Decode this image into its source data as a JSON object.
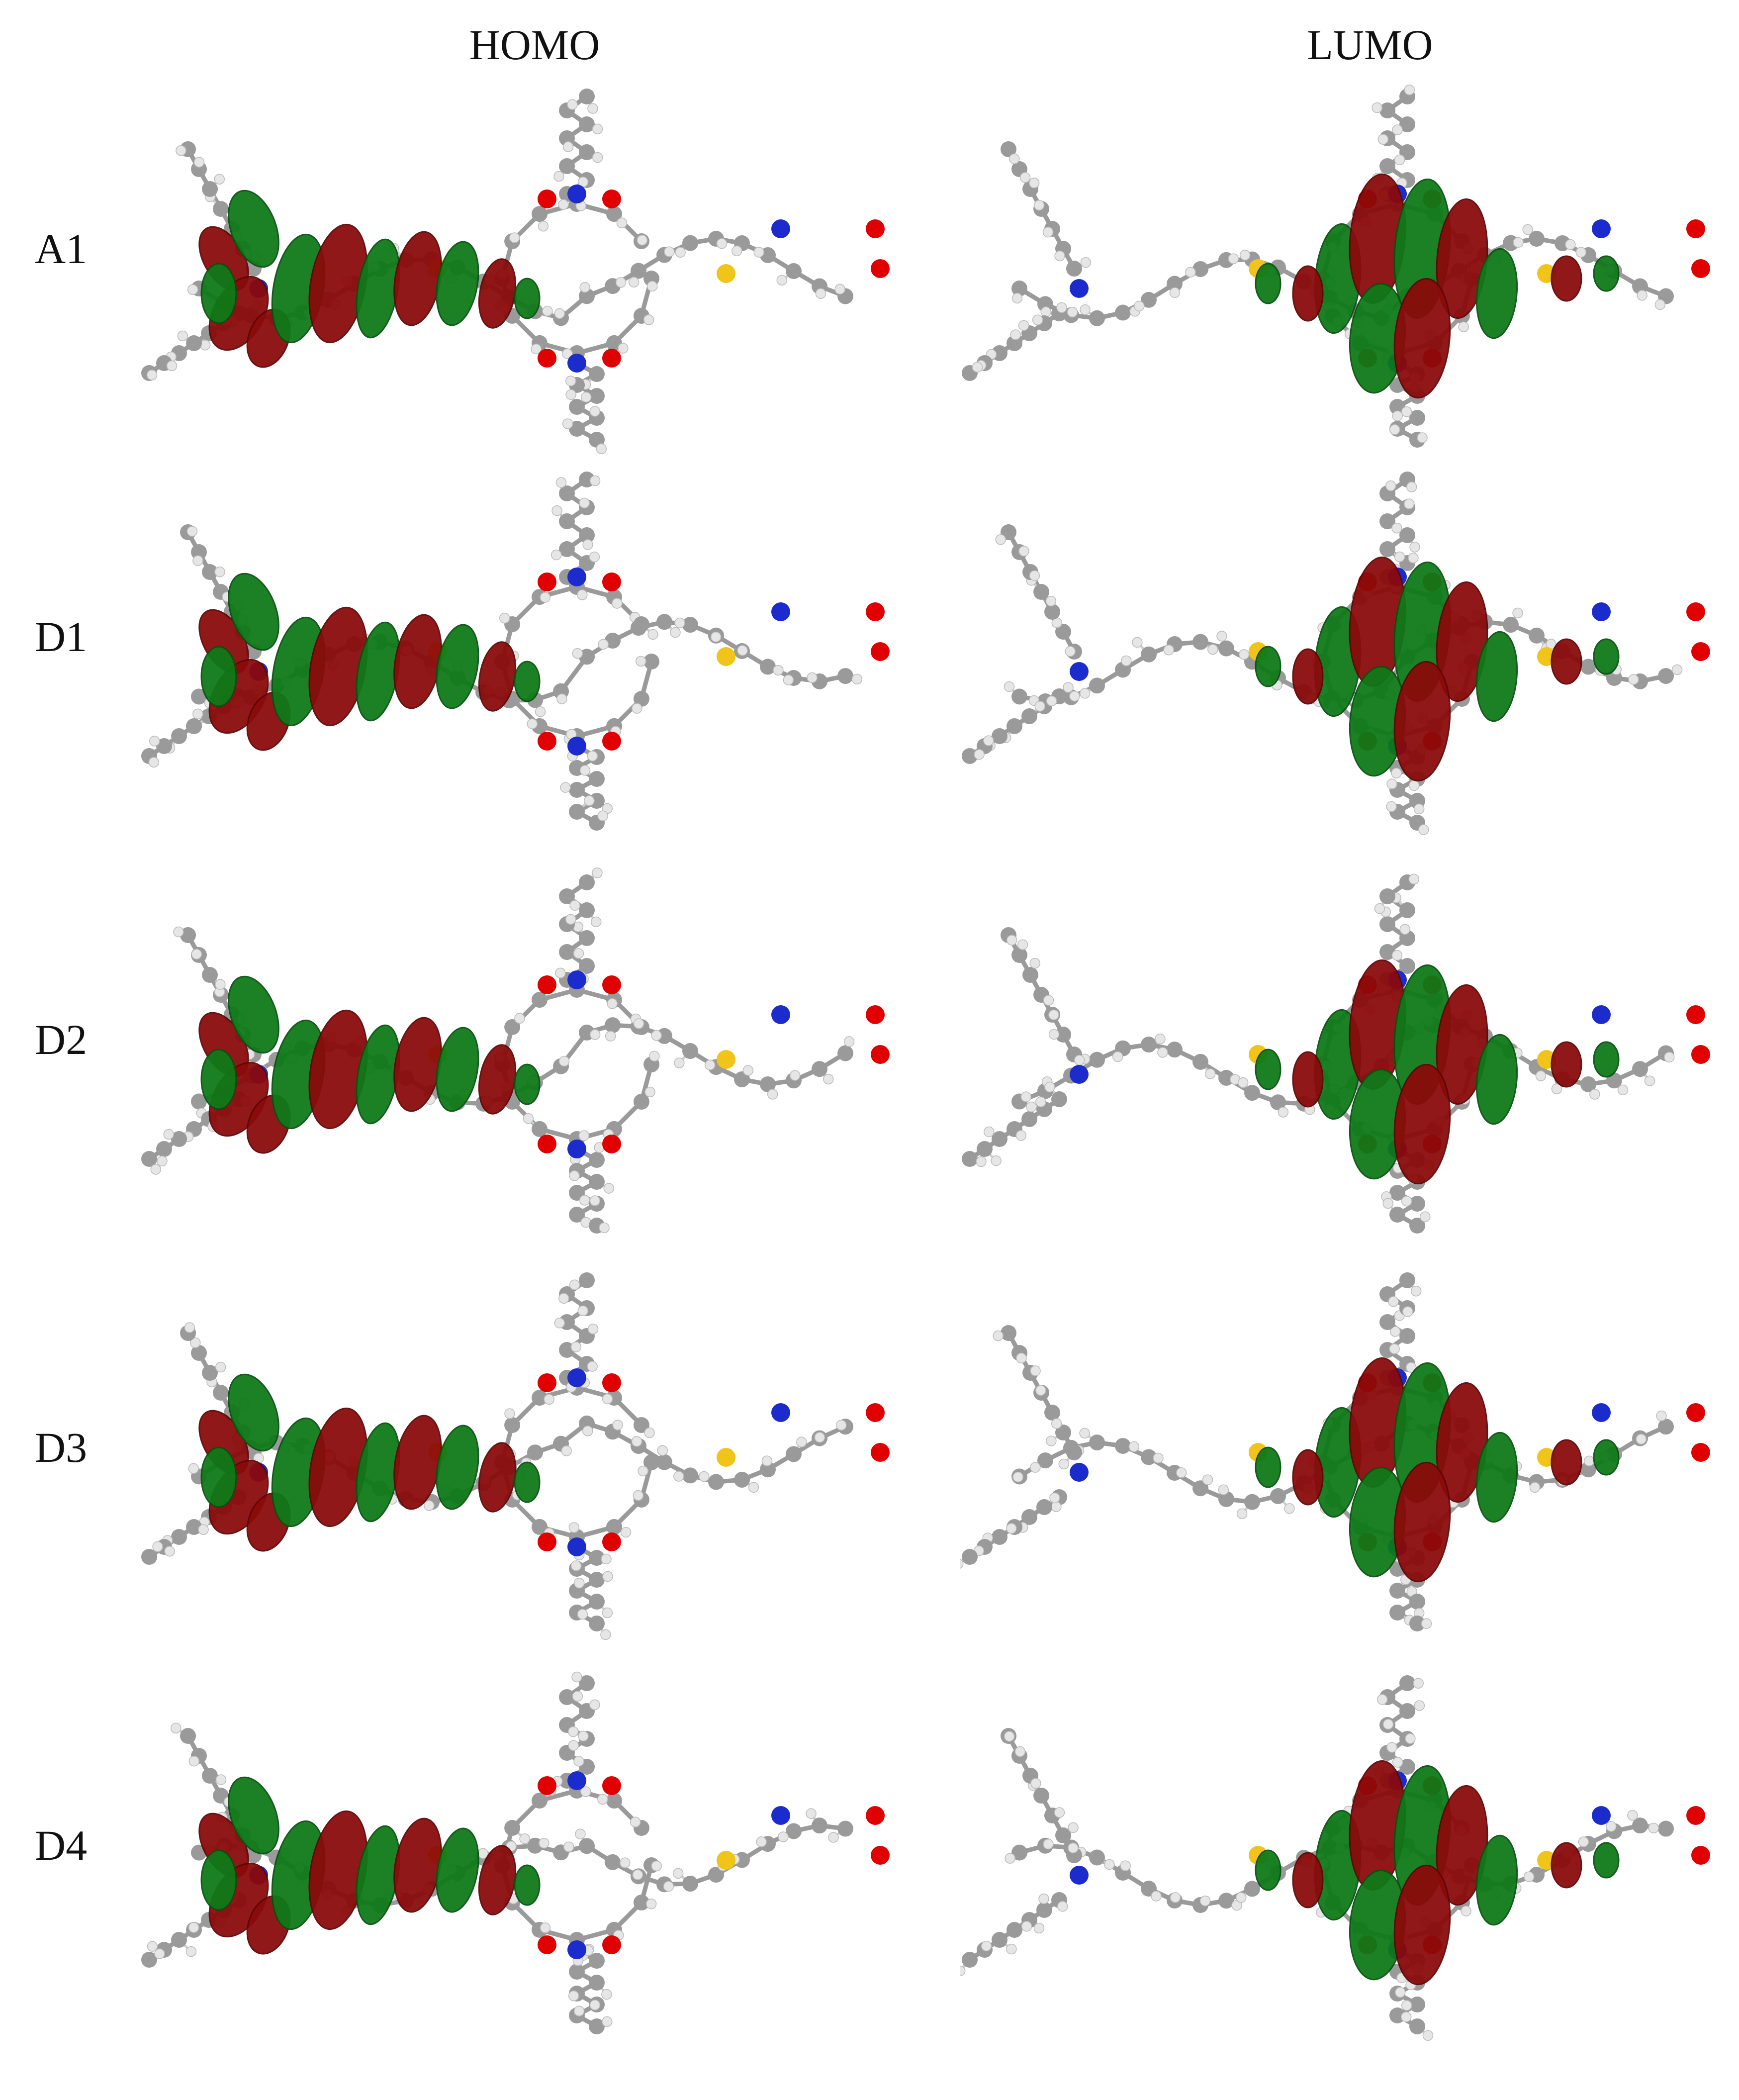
{
  "headers": {
    "homo": "HOMO",
    "lumo": "LUMO"
  },
  "rows": [
    {
      "label": "A1"
    },
    {
      "label": "D1"
    },
    {
      "label": "D2"
    },
    {
      "label": "D3"
    },
    {
      "label": "D4"
    }
  ],
  "colors": {
    "lobe_positive": "#8b0a0a",
    "lobe_negative": "#0d7a17",
    "carbon": "#9a9a9a",
    "hydrogen": "#e6e6e6",
    "nitrogen": "#1c2ccc",
    "oxygen": "#e00000",
    "sulfur": "#f0c419"
  }
}
